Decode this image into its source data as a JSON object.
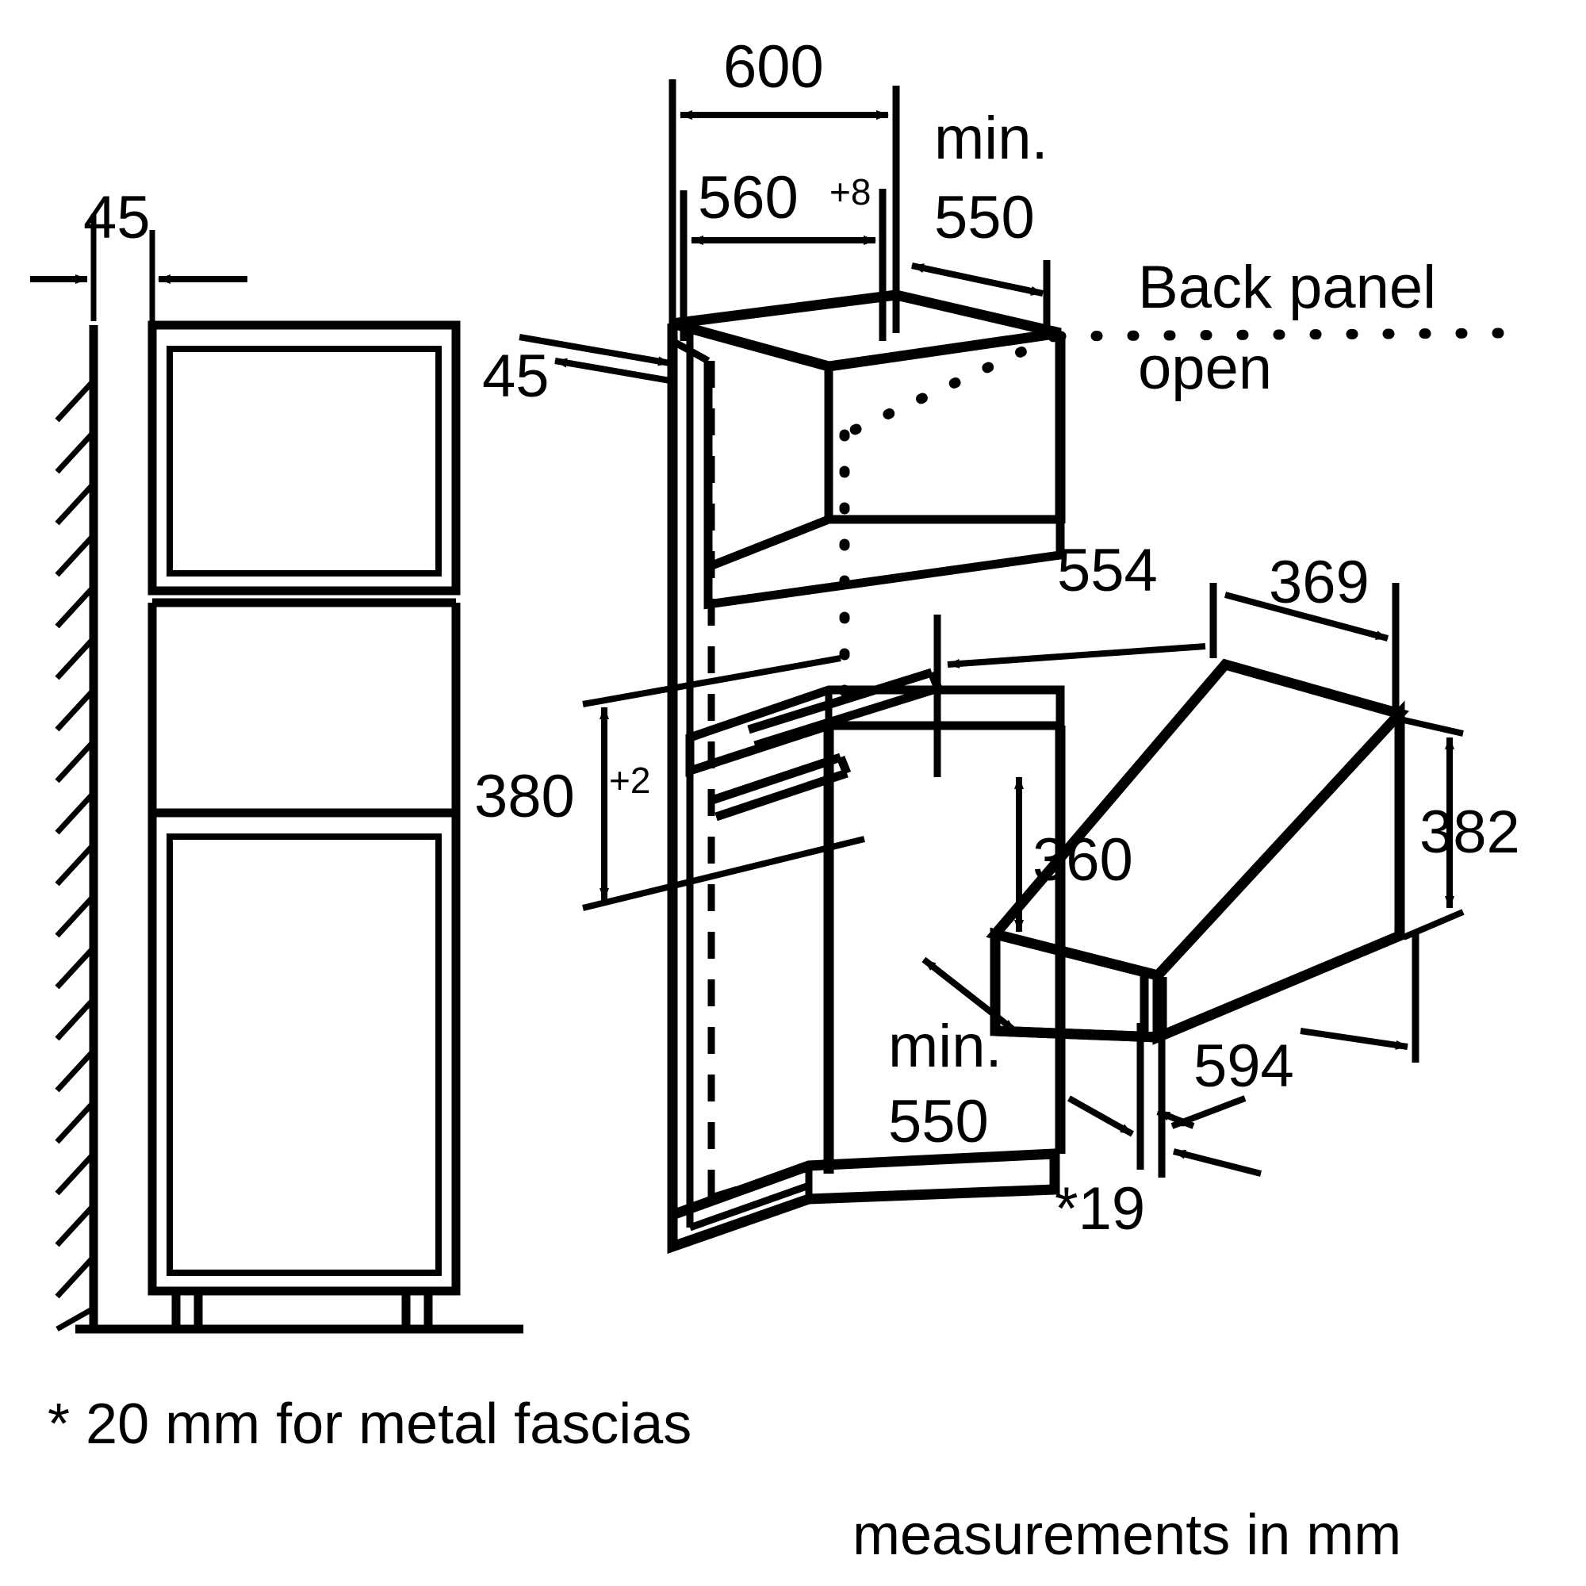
{
  "diagram": {
    "title": "Built-in appliance installation dimensions",
    "units_note": "measurements in mm",
    "footnote": "* 20 mm for metal fascias",
    "back_panel_note_line1": "Back panel",
    "back_panel_note_line2": "open"
  },
  "dimensions": {
    "wall_gap_left": "45",
    "niche_outer_width": "600",
    "niche_width": "560",
    "niche_width_tolerance": "+8",
    "min_depth_top_line1": "min.",
    "min_depth_top_line2": "550",
    "side_panel_45": "45",
    "niche_height": "380",
    "niche_height_tolerance": "+2",
    "min_depth_bottom_line1": "min.",
    "min_depth_bottom_line2": "550",
    "appliance_depth": "554",
    "appliance_side_depth": "369",
    "appliance_body_height": "360",
    "appliance_front_height": "382",
    "appliance_front_width": "594",
    "fascia_thickness": "*19"
  },
  "colors": {
    "line": "#000000",
    "background": "#ffffff"
  }
}
